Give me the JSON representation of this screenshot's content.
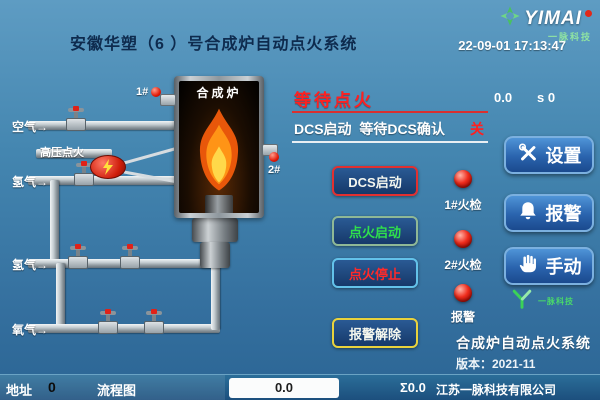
{
  "header": {
    "title": "安徽华塑（6 ）号合成炉自动点火系统",
    "datetime": "22-09-01 17:13:47",
    "logo_text": "YIMAI",
    "logo_sub": "一脉科技"
  },
  "diagram": {
    "furnace_label": "合成炉",
    "ignition_label": "高压点火",
    "gas_lines": [
      {
        "label": "空气→"
      },
      {
        "label": "氢气→"
      },
      {
        "label": "氢气→"
      },
      {
        "label": "氧气→"
      }
    ],
    "burner_tags": [
      {
        "label": "1#"
      },
      {
        "label": "2#"
      }
    ]
  },
  "status": {
    "phase": "等待点火",
    "phase_value": "0.0",
    "phase_unit": "s 0",
    "dcs_text": "DCS启动  等待DCS确认",
    "dcs_state": "关"
  },
  "controls": {
    "buttons": [
      {
        "label": "DCS启动"
      },
      {
        "label": "点火启动"
      },
      {
        "label": "点火停止"
      },
      {
        "label": "报警解除"
      }
    ]
  },
  "indicators": [
    {
      "label": "1#火检"
    },
    {
      "label": "2#火检"
    },
    {
      "label": "报警"
    }
  ],
  "menu": [
    {
      "label": "设置"
    },
    {
      "label": "报警"
    },
    {
      "label": "手动"
    }
  ],
  "branding": {
    "logo_small": "一脉科技",
    "system_name": "合成炉自动点火系统",
    "version": "版本：2021-11"
  },
  "footer": {
    "address_label": "地址",
    "address_value": "0",
    "flow_button": "流程图",
    "display_value": "0.0",
    "total_value": "Σ0.0",
    "company": "江苏一脉科技有限公司"
  },
  "colors": {
    "accent_red": "#e02020",
    "panel_blue": "#2a63ad",
    "background_blue": "#4486b0"
  }
}
